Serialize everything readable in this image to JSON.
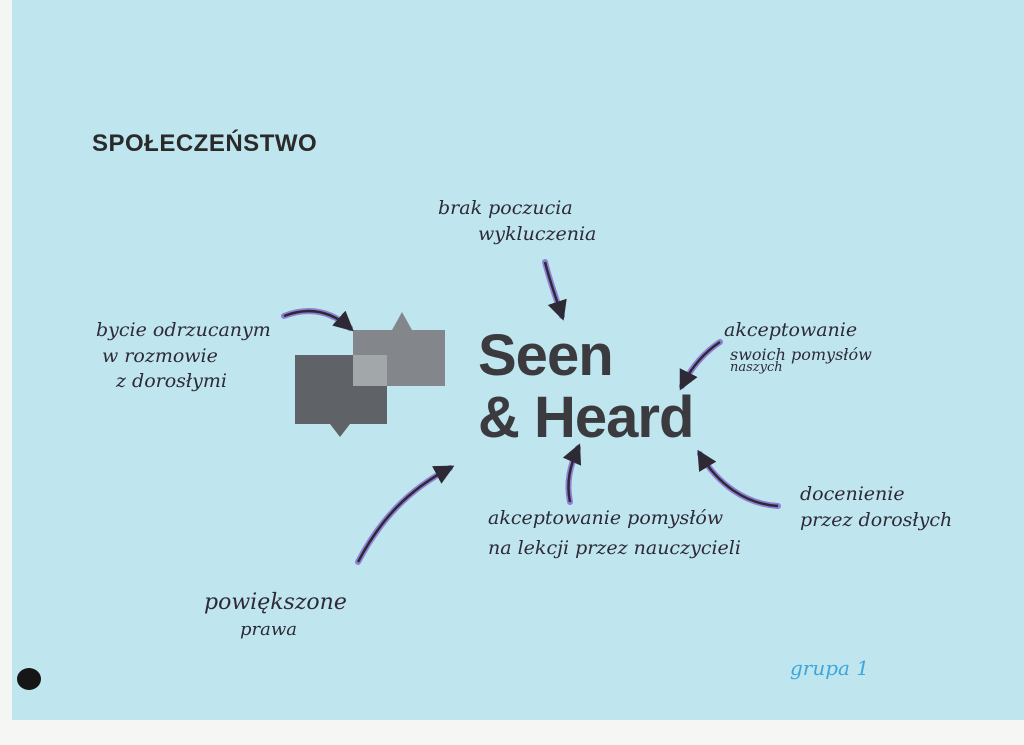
{
  "title": "SPOŁECZEŃSTWO",
  "logo": {
    "line1": "Seen",
    "line2": "& Heard"
  },
  "notes": {
    "top": [
      "brak poczucia",
      "wykluczenia"
    ],
    "left": [
      "bycie odrzucanym",
      "w rozmowie",
      "z dorosłymi"
    ],
    "right_top": [
      "akceptowanie",
      "swoich pomysłów"
    ],
    "right_top_correction": "naszych",
    "right_bottom": [
      "docenienie",
      "przez dorosłych"
    ],
    "bottom_center": [
      "akceptowanie pomysłów",
      "na lekcji przez nauczycieli"
    ],
    "bottom_left": [
      "powiększone",
      "prawa"
    ]
  },
  "group_label": "grupa 1",
  "colors": {
    "paper": "#bfe5ef",
    "ink": "#2d2a36",
    "highlight": "#7a55c8",
    "logo_dark": "#5f6266",
    "logo_mid": "#7e8286",
    "logo_light": "#a2a7a9",
    "group_ink": "#3fa6dc"
  }
}
